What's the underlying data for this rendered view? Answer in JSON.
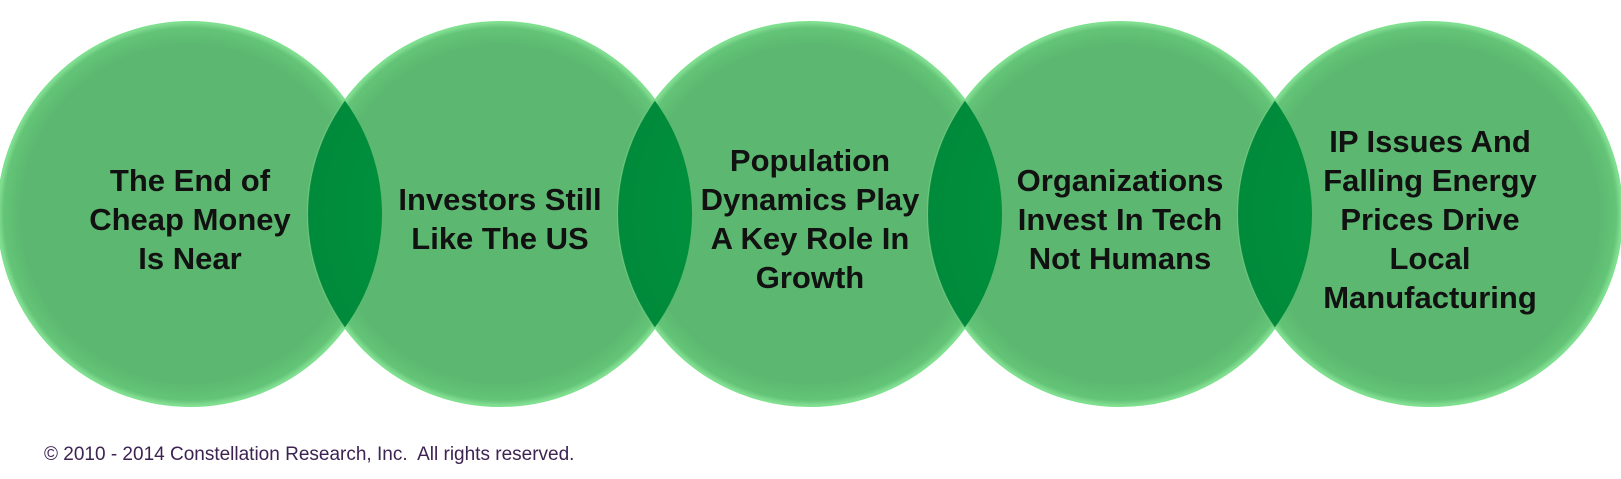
{
  "diagram": {
    "circles": [
      {
        "label": "The End of\nCheap Money\nIs Near"
      },
      {
        "label": "Investors Still\nLike The US"
      },
      {
        "label": "Population\nDynamics Play\nA Key Role In\nGrowth"
      },
      {
        "label": "Organizations\nInvest In Tech\nNot Humans"
      },
      {
        "label": "IP Issues And\nFalling Energy\nPrices Drive\nLocal\nManufacturing"
      }
    ],
    "colors": {
      "circle_fill": "#5cb870",
      "circle_edge": "#7ee08e",
      "overlap_fill": "#00963c",
      "text": "#111111",
      "footer_text": "#3d2352"
    }
  },
  "footer": {
    "copyright": "© 2010 - 2014 Constellation Research, Inc.  All rights reserved."
  }
}
